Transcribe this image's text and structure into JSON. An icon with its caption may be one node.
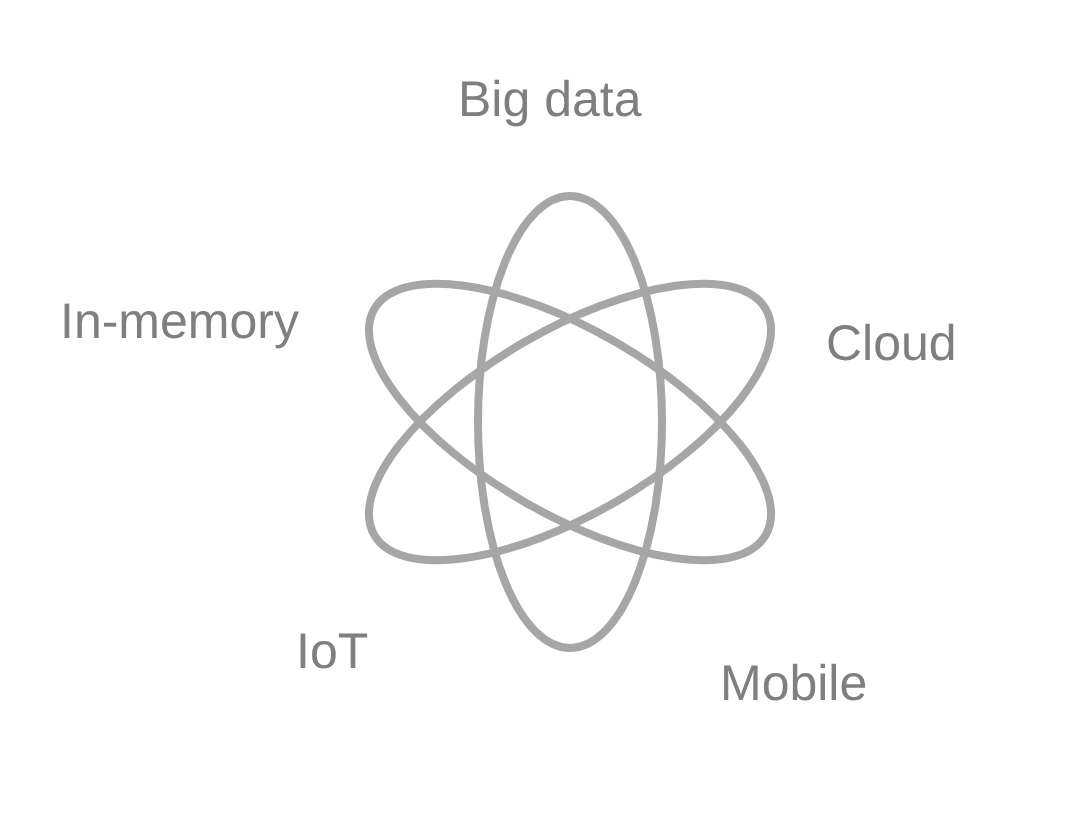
{
  "diagram": {
    "labels": [
      "Big data",
      "In-memory",
      "Cloud",
      "IoT",
      "Mobile"
    ]
  }
}
